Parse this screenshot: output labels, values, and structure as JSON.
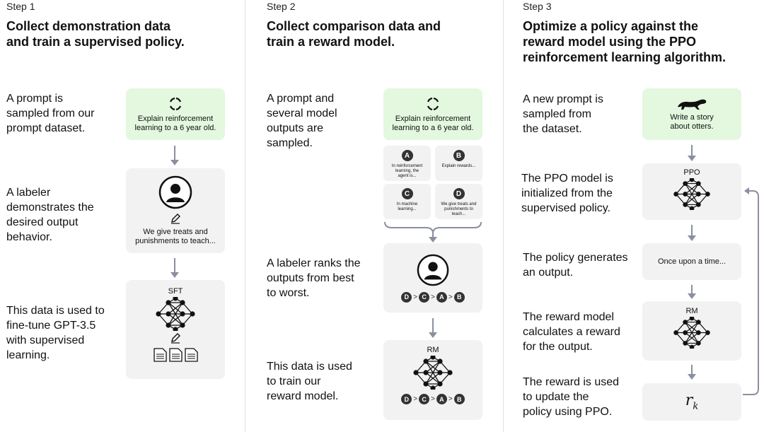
{
  "step1": {
    "label": "Step 1",
    "title_line1": "Collect demonstration data",
    "title_line2": "and train a supervised policy.",
    "desc1": [
      "A prompt is",
      "sampled from our",
      "prompt dataset."
    ],
    "desc2": [
      "A labeler",
      "demonstrates the",
      "desired output",
      "behavior."
    ],
    "desc3": [
      "This data is used to",
      "fine-tune GPT-3.5",
      "with supervised",
      "learning."
    ],
    "prompt_card": [
      "Explain reinforcement",
      "learning to a 6 year old."
    ],
    "labeler_card": [
      "We give treats and",
      "punishments to teach..."
    ],
    "model_card_title": "SFT"
  },
  "step2": {
    "label": "Step 2",
    "title_line1": "Collect comparison data and",
    "title_line2": "train a reward model.",
    "desc1": [
      "A prompt and",
      "several model",
      "outputs are",
      "sampled."
    ],
    "desc2": [
      "A labeler ranks the",
      "outputs from best",
      "to worst."
    ],
    "desc3": [
      "This data is used",
      "to train our",
      "reward model."
    ],
    "prompt_card": [
      "Explain reinforcement",
      "learning to a 6 year old."
    ],
    "outputs": [
      {
        "letter": "A",
        "text": [
          "In reinforcement",
          "learning, the",
          "agent is..."
        ]
      },
      {
        "letter": "B",
        "text": [
          "Explain rewards..."
        ]
      },
      {
        "letter": "C",
        "text": [
          "In machine",
          "learning..."
        ]
      },
      {
        "letter": "D",
        "text": [
          "We give treats and",
          "punishments to",
          "teach..."
        ]
      }
    ],
    "ranking": [
      "D",
      "C",
      "A",
      "B"
    ],
    "model_card_title": "RM"
  },
  "step3": {
    "label": "Step 3",
    "title_line1": "Optimize a policy against the",
    "title_line2": "reward model using the PPO",
    "title_line3": "reinforcement learning algorithm.",
    "desc1": [
      "A new prompt is",
      "sampled from",
      "the dataset."
    ],
    "desc2": [
      "The PPO model is",
      "initialized from the",
      "supervised policy."
    ],
    "desc3": [
      "The policy generates",
      "an output."
    ],
    "desc4": [
      "The reward model",
      "calculates a reward",
      "for the output."
    ],
    "desc5": [
      "The reward is used",
      "to update the",
      "policy using PPO."
    ],
    "prompt_card": [
      "Write a story",
      "about otters."
    ],
    "ppo_title": "PPO",
    "output_text": "Once upon a time...",
    "rm_title": "RM",
    "reward_symbol": "r",
    "reward_sub": "k"
  },
  "icons": [
    "refresh-icon",
    "person-icon",
    "pencil-icon",
    "neural-network-icon",
    "document-icon",
    "otter-icon",
    "arrow-icon"
  ],
  "colors": {
    "prompt_bg": "#e3f8df",
    "card_bg": "#f2f2f2",
    "arrow": "#8a8fa0",
    "text": "#111111"
  }
}
